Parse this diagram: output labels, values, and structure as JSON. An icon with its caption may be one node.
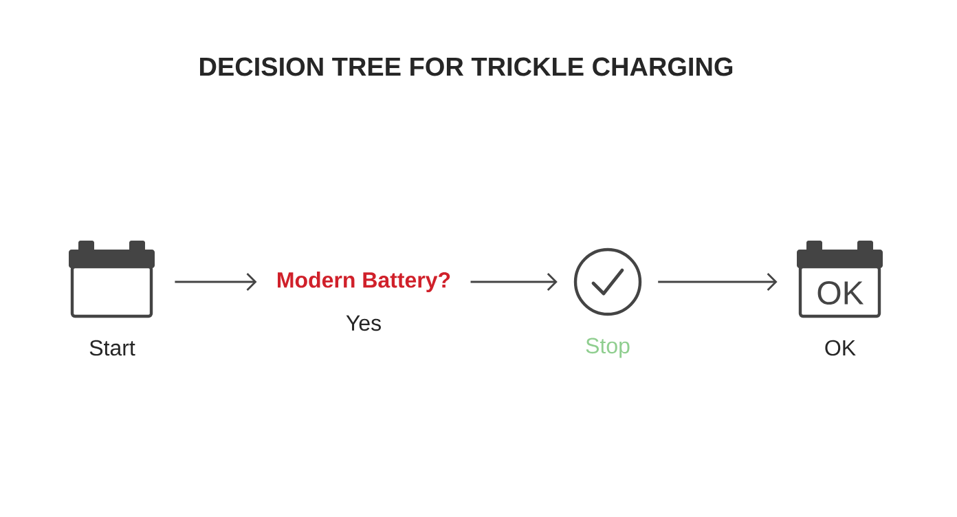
{
  "diagram": {
    "title": "DECISION TREE FOR TRICKLE CHARGING",
    "nodes": [
      {
        "text": [],
        "shape": "box",
        "beside": [
          "Start"
        ]
      },
      {
        "text": [
          "Modern Battery?"
        ],
        "beside": [
          "Yes"
        ]
      },
      {
        "text": [],
        "shape": "circle",
        "beside": [
          "Stop"
        ]
      },
      {
        "text": [
          "OK"
        ],
        "beside": [
          "OK"
        ]
      }
    ],
    "edges": [
      {
        "from": 0,
        "to": 1,
        "arrow": "to"
      },
      {
        "from": 1,
        "to": 2,
        "arrow": "to"
      },
      {
        "from": 2,
        "to": 3,
        "arrow": "to"
      }
    ]
  }
}
